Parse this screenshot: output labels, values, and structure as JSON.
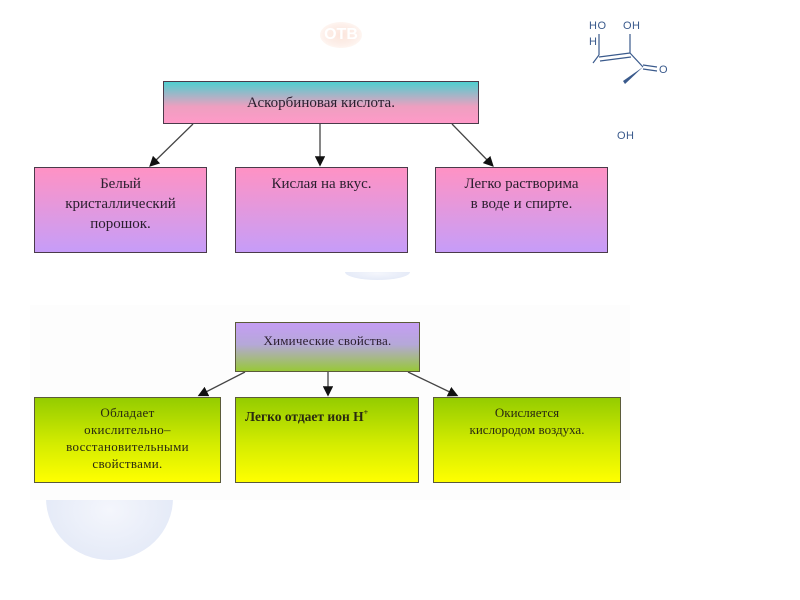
{
  "watermark": {
    "logo_text": "OTB"
  },
  "molecule": {
    "label_ho": "HO",
    "label_oh": "OH",
    "label_h": "H",
    "label_o": "O",
    "label_oh_bottom": "OH"
  },
  "physical": {
    "root": "Аскорбиновая кислота.",
    "children": [
      {
        "lines": [
          "Белый",
          "кристаллический",
          "порошок."
        ]
      },
      {
        "lines": [
          "Кислая на вкус."
        ]
      },
      {
        "lines": [
          "Легко растворима",
          "в воде и спирте."
        ]
      }
    ],
    "colors": {
      "root_top": "#4ecfd0",
      "root_bottom": "#ff9ac8",
      "child_top": "#ff92c4",
      "child_bottom": "#c69cf8"
    }
  },
  "chemical": {
    "root": "Химические свойства.",
    "children": [
      {
        "lines": [
          "Обладает",
          "окислительно–",
          "восстановительными",
          "свойствами."
        ]
      },
      {
        "text": "Легко отдает ион H",
        "superscript": "+"
      },
      {
        "lines": [
          "Окисляется",
          "кислородом воздуха."
        ]
      }
    ],
    "colors": {
      "root_top": "#c59df4",
      "root_bottom": "#98c838",
      "child_top": "#94cc00",
      "child_bottom": "#ffff00"
    }
  }
}
